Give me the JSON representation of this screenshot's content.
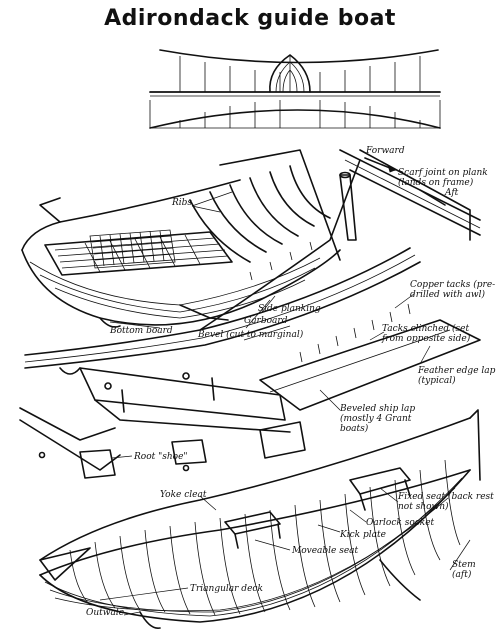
{
  "title": "Adirondack guide boat",
  "labels": {
    "ribs": "Ribs",
    "forward": "Forward",
    "aft": "Aft",
    "scarf_joint": "Scarf joint on plank (lands on frame)",
    "copper_tacks": "Copper tacks (pre-drilled with awl)",
    "tacks_clinched": "Tacks clinched (set from opposite side)",
    "feather_edge_lap": "Feather edge lap (typical)",
    "beveled_ship_lap": "Beveled ship lap (mostly 4 Grant boats)",
    "side_planking": "Side planking",
    "garboard": "Garboard",
    "bottom_board": "Bottom board",
    "bevel": "Bevel (cut to marginal)",
    "root_shoe": "Root \"shoe\"",
    "yoke_cleat": "Yoke cleat",
    "fixed_seat": "Fixed seat (back rest not shown)",
    "oarlock_socket": "Oarlock socket",
    "kick_plate": "Kick plate",
    "moveable_seat": "Moveable seat",
    "stem": "Stem (aft)",
    "triangular_deck": "Triangular deck",
    "outwale": "Outwale"
  }
}
